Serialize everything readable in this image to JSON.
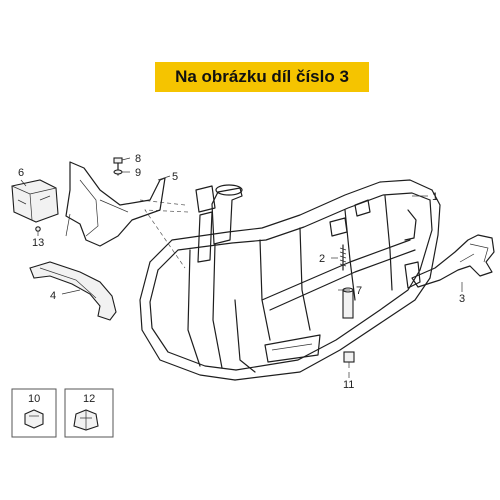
{
  "header": {
    "title": "Na obrázku díl číslo 3"
  },
  "callouts": [
    {
      "id": "callout-1",
      "text": "1"
    },
    {
      "id": "callout-2",
      "text": "2"
    },
    {
      "id": "callout-3",
      "text": "3"
    },
    {
      "id": "callout-4",
      "text": "4"
    },
    {
      "id": "callout-5",
      "text": "5"
    },
    {
      "id": "callout-6",
      "text": "6"
    },
    {
      "id": "callout-7",
      "text": "7"
    },
    {
      "id": "callout-8",
      "text": "8"
    },
    {
      "id": "callout-9",
      "text": "9"
    },
    {
      "id": "callout-10",
      "text": "10"
    },
    {
      "id": "callout-11",
      "text": "11"
    },
    {
      "id": "callout-12",
      "text": "12"
    },
    {
      "id": "callout-13",
      "text": "13"
    }
  ],
  "colors": {
    "banner": "#f5c400",
    "line": "#1e1e1e"
  }
}
